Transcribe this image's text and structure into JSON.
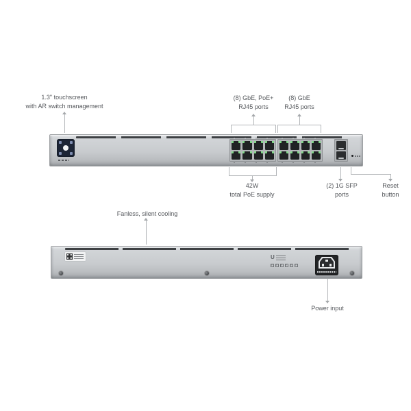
{
  "colors": {
    "background": "#ffffff",
    "chassis": "#c8cbce",
    "vent": "#3d4043",
    "screen": "#1c2536",
    "led_green": "#84d88c",
    "port": "#202224",
    "leader_line": "#b2b5b8",
    "label_text": "#54575b"
  },
  "front_view": {
    "hardware": {
      "rj45_groups": 2,
      "rj45_ports_per_group": 8,
      "sfp_cages": 2
    },
    "annotations": {
      "touchscreen": {
        "line1": "1.3\" touchscreen",
        "line2": "with AR switch management"
      },
      "poe_ports": {
        "line1": "(8) GbE, PoE+",
        "line2": "RJ45 ports"
      },
      "gbe_ports": {
        "line1": "(8) GbE",
        "line2": "RJ45 ports"
      },
      "poe_budget": {
        "line1": "42W",
        "line2": "total PoE supply"
      },
      "sfp_ports": {
        "line1": "(2) 1G SFP",
        "line2": "ports"
      },
      "reset_button": {
        "line1": "Reset",
        "line2": "button"
      }
    }
  },
  "back_view": {
    "logo_glyph": "U",
    "annotations": {
      "cooling": "Fanless, silent cooling",
      "power_input": "Power input"
    }
  }
}
